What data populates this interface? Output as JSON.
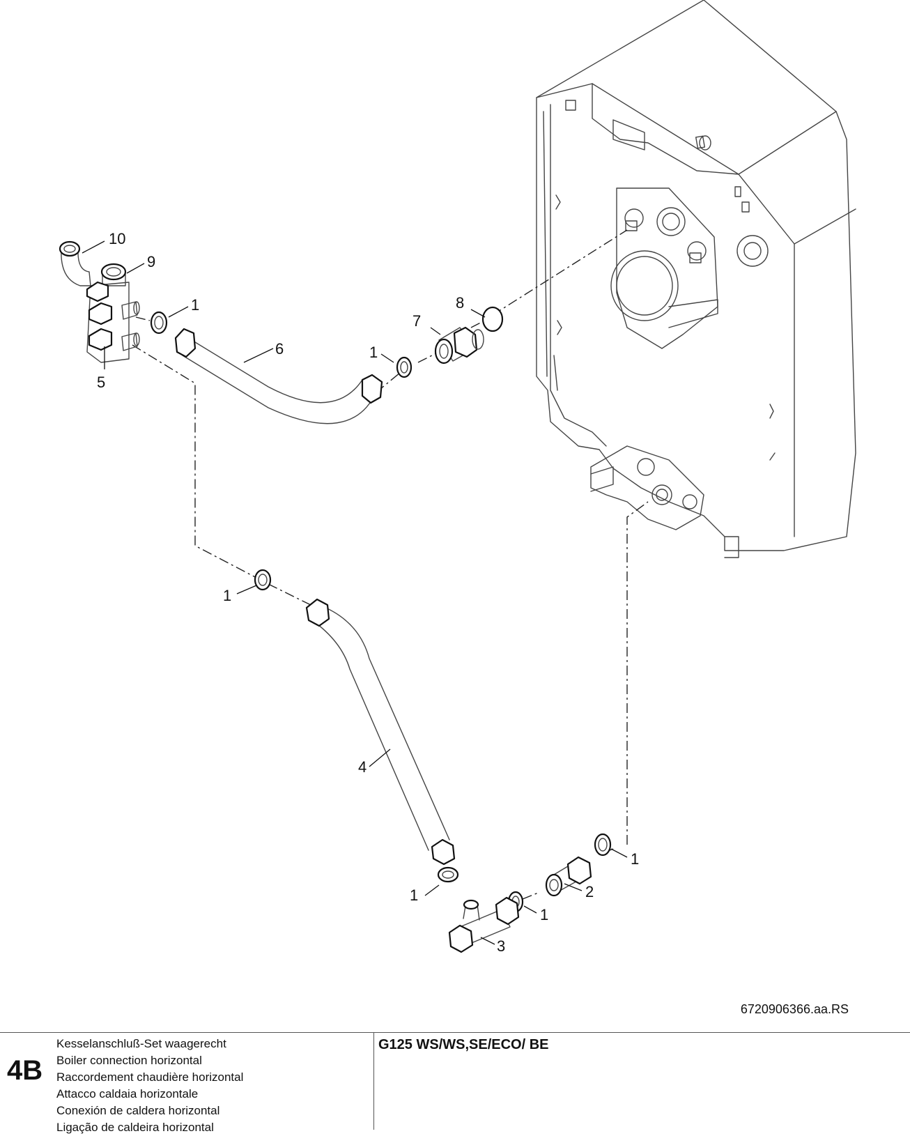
{
  "callouts": {
    "c10": "10",
    "c9": "9",
    "c1a": "1",
    "c5": "5",
    "c6": "6",
    "c1b": "1",
    "c7": "7",
    "c8": "8",
    "c1c": "1",
    "c4": "4",
    "c1d": "1",
    "c1e": "1",
    "c2": "2",
    "c1f": "1",
    "c3": "3"
  },
  "drawing_ref": "6720906366.aa.RS",
  "footer": {
    "section": "4B",
    "titles": [
      "Kesselanschluß-Set waagerecht",
      "Boiler connection horizontal",
      "Raccordement chaudière horizontal",
      "Attacco caldaia horizontale",
      "Conexión de caldera horizontal",
      "Ligação de caldeira horizontal"
    ],
    "model": "G125 WS/WS,SE/ECO/ BE"
  }
}
